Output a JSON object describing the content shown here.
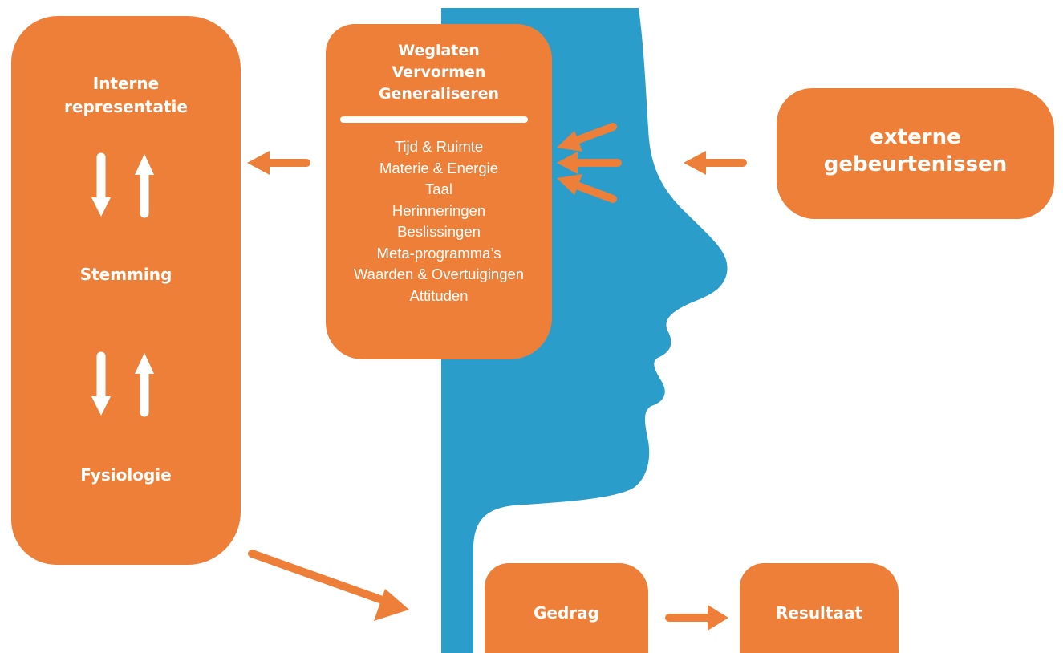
{
  "colors": {
    "orange": "#EE7F39",
    "head": "#2A9DCB",
    "text": "#FFFFFF"
  },
  "left_box": {
    "title_line1": "Interne",
    "title_line2": "representatie",
    "middle": "Stemming",
    "bottom": "Fysiologie"
  },
  "filter_box": {
    "heading": [
      "Weglaten",
      "Vervormen",
      "Generaliseren"
    ],
    "filters": [
      "Tijd & Ruimte",
      "Materie & Energie",
      "Taal",
      "Herinneringen",
      "Beslissingen",
      "Meta-programma’s",
      "Waarden & Overtuigingen",
      "Attituden"
    ]
  },
  "external_box": {
    "line1": "externe",
    "line2": "gebeurtenissen"
  },
  "behavior_box": {
    "label": "Gedrag"
  },
  "result_box": {
    "label": "Resultaat"
  }
}
